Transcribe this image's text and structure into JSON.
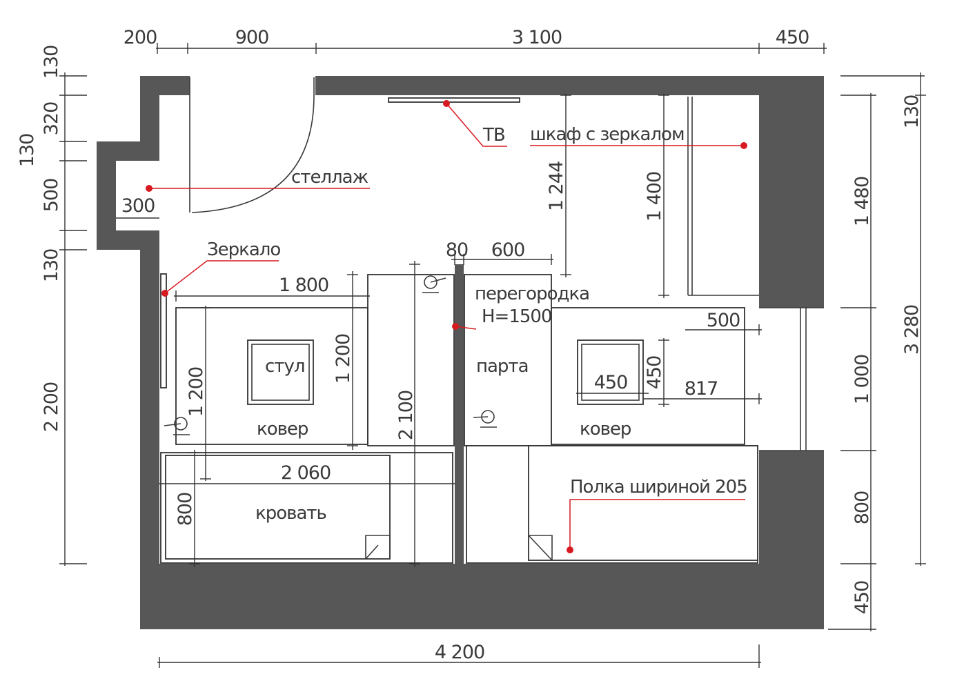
{
  "dimensions": {
    "top": [
      "200",
      "900",
      "3 100",
      "450"
    ],
    "left_upper": [
      "130",
      "320",
      "500",
      "130"
    ],
    "left_niche": "130",
    "left_lower": "2 200",
    "right_inner": [
      "130",
      "1 480",
      "1 000",
      "800",
      "450"
    ],
    "right_outer": "3 280",
    "bottom": "4 200",
    "niche_width": "300",
    "partition_thickness": "80",
    "desk_depth": "600",
    "bed_length": "1 800",
    "carpet_height_left": "1 200",
    "desk_length_left": "1 200",
    "bed_span": "2 060",
    "bed_width": "800",
    "room_span": "2 100",
    "tv_to_desk": "1 244",
    "wardrobe_length": "1 400",
    "window_offset": "500",
    "chair_width": "450",
    "chair_depth": "450",
    "chair_offset": "817"
  },
  "labels": {
    "tv": "ТВ",
    "wardrobe": "шкаф с зеркалом",
    "shelving": "стеллаж",
    "mirror": "Зеркало",
    "partition_line1": "перегородка",
    "partition_line2": "Н=1500",
    "chair": "стул",
    "desk": "парта",
    "carpet_left": "ковер",
    "carpet_right": "ковер",
    "bed": "кровать",
    "shelf": "Полка шириной 205"
  },
  "colors": {
    "wall": "#575757",
    "leader": "#d71920",
    "line": "#333333"
  }
}
